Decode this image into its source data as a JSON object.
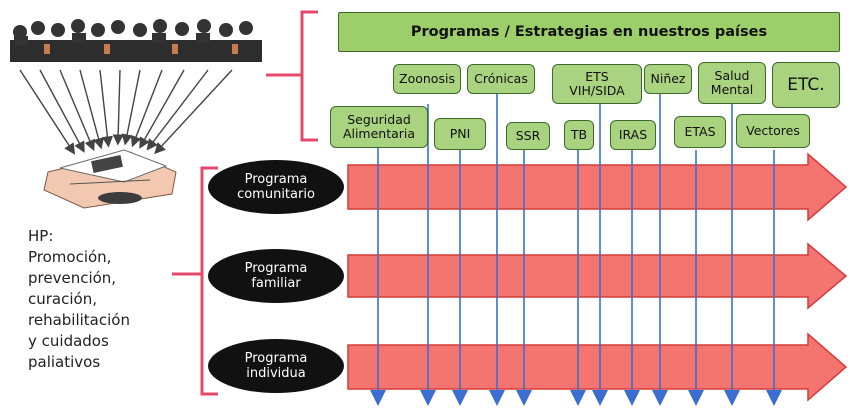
{
  "header": {
    "title": "Programas / Estrategias en nuestros países"
  },
  "programs_row1": [
    {
      "id": "zoonosis",
      "label": "Zoonosis"
    },
    {
      "id": "cronicas",
      "label": "Crónicas"
    },
    {
      "id": "ets",
      "label_line1": "ETS",
      "label_line2": "VIH/SIDA"
    },
    {
      "id": "ninez",
      "label": "Niñez"
    },
    {
      "id": "salud-mental",
      "label_line1": "Salud",
      "label_line2": "Mental"
    },
    {
      "id": "etc",
      "label": "ETC."
    }
  ],
  "programs_row2": [
    {
      "id": "seguridad",
      "label_line1": "Seguridad",
      "label_line2": "Alimentaria"
    },
    {
      "id": "pni",
      "label": "PNI"
    },
    {
      "id": "ssr",
      "label": "SSR"
    },
    {
      "id": "tb",
      "label": "TB"
    },
    {
      "id": "iras",
      "label": "IRAS"
    },
    {
      "id": "etas",
      "label": "ETAS"
    },
    {
      "id": "vectores",
      "label": "Vectores"
    }
  ],
  "levels": [
    {
      "id": "comunitario",
      "line1": "Programa",
      "line2": "comunitario"
    },
    {
      "id": "familiar",
      "line1": "Programa",
      "line2": "familiar"
    },
    {
      "id": "individual",
      "line1": "Programa",
      "line2": "individua"
    }
  ],
  "hp": {
    "lines": [
      "HP:",
      "Promoción,",
      "prevención,",
      "curación,",
      "rehabilitación",
      "y cuidados",
      "paliativos"
    ]
  },
  "colors": {
    "arrow_fill": "#f47570",
    "arrow_stroke": "#d73b3b",
    "bracket": "#e5496b",
    "box_fill": "#a9d37e",
    "box_border": "#3d6b2a",
    "ellipse": "#111111",
    "vertical_line": "#3a6fd1"
  },
  "icons": {
    "crowd": "crowd-of-people-illustration",
    "documents": "stack-of-documents-illustration"
  }
}
